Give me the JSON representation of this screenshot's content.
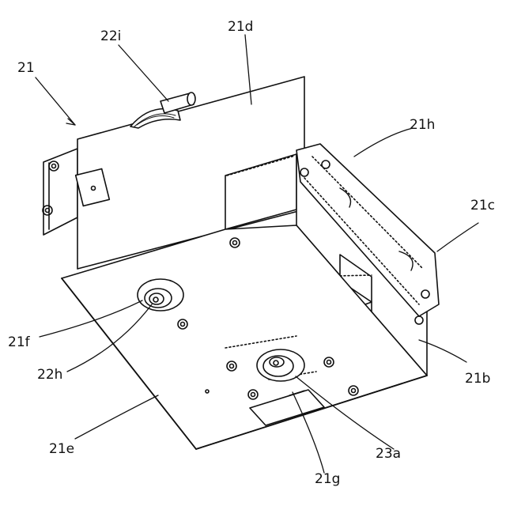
{
  "labels": {
    "l21": "21",
    "l22i": "22i",
    "l21d": "21d",
    "l21h": "21h",
    "l21c": "21c",
    "l21f": "21f",
    "l22h": "22h",
    "l21e": "21e",
    "l21b": "21b",
    "l23a": "23a",
    "l21g": "21g"
  },
  "colors": {
    "line": "#111111",
    "paper": "#ffffff"
  }
}
